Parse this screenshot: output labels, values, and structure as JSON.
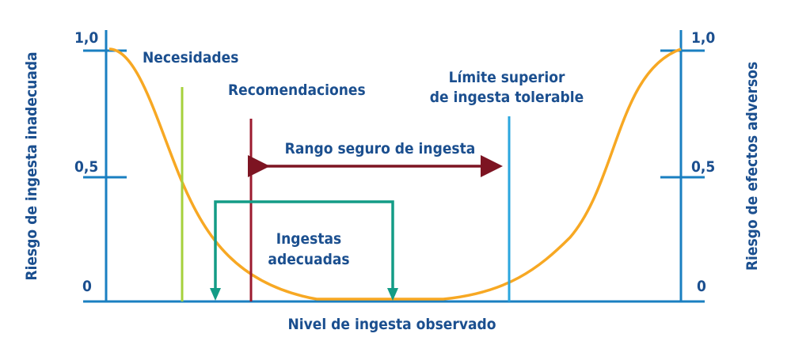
{
  "left_axis": {
    "title": "Riesgo de ingesta inadecuada",
    "ticks": [
      "1,0",
      "0,5",
      "0"
    ]
  },
  "right_axis": {
    "title": "Riesgo de efectos adversos",
    "ticks": [
      "1,0",
      "0,5",
      "0"
    ]
  },
  "x_axis": {
    "title": "Nivel de ingesta observado"
  },
  "labels": {
    "needs": "Necesidades",
    "recommendations": "Recomendaciones",
    "upper_limit_1": "Límite superior",
    "upper_limit_2": "de ingesta tolerable",
    "safe_range": "Rango seguro de ingesta",
    "adequate_1": "Ingestas",
    "adequate_2": "adecuadas"
  },
  "colors": {
    "axis": "#1a7fc1",
    "curve": "#f7a823",
    "needs": "#a6d13c",
    "recommendations": "#9b1a2e",
    "upper_limit": "#2aa6de",
    "safe_range": "#7d1422",
    "adequate": "#139c86"
  }
}
